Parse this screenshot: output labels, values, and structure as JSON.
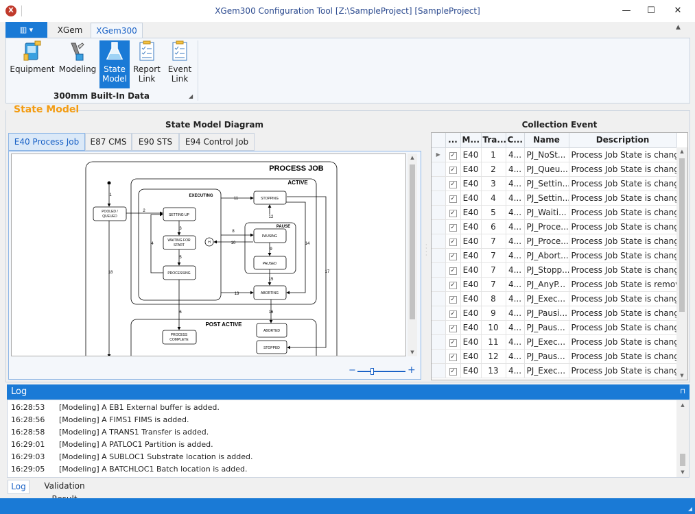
{
  "window": {
    "title": "XGem300 Configuration Tool [Z:\\SampleProject] [SampleProject]",
    "app_icon": "X",
    "minimize": "—",
    "maximize": "☐",
    "close": "✕"
  },
  "ribbon": {
    "file_button": "▥ ▾",
    "tabs": [
      "XGem",
      "XGem300"
    ],
    "active_tab": "XGem300",
    "buttons": [
      {
        "line1": "Equipment",
        "line2": "",
        "icon": "equipment-icon"
      },
      {
        "line1": "Modeling",
        "line2": "",
        "icon": "modeling-icon"
      },
      {
        "line1": "State",
        "line2": "Model",
        "icon": "state-model-icon"
      },
      {
        "line1": "Report",
        "line2": "Link",
        "icon": "report-link-icon"
      },
      {
        "line1": "Event",
        "line2": "Link",
        "icon": "event-link-icon"
      }
    ],
    "active_button": "State Model",
    "group_label": "300mm Built-In Data"
  },
  "section": {
    "title": "State Model"
  },
  "diagram_panel": {
    "title": "State Model Diagram",
    "tabs": [
      "E40 Process Job",
      "E87 CMS",
      "E90 STS",
      "E94 Control Job"
    ],
    "active_tab": "E40 Process Job",
    "diagram": {
      "title": "PROCESS JOB",
      "active": "ACTIVE",
      "executing": "EXECUTING",
      "pause": "PAUSE",
      "post_active": "POST ACTIVE",
      "states": {
        "pooled1": "POOLED /",
        "pooled2": "QUEUED",
        "setting_up": "SETTING UP",
        "waiting1": "WAITING FOR",
        "waiting2": "START",
        "processing": "PROCESSING",
        "stopping": "STOPPING",
        "pausing": "PAUSING",
        "paused": "PAUSED",
        "aborting": "ABORTING",
        "aborted": "ABORTED",
        "stopped": "STOPPED",
        "process_complete1": "PROCESS",
        "process_complete2": "COMPLETE",
        "history": "H"
      },
      "transitions": {
        "t1": "1",
        "t2": "2",
        "t3": "3",
        "t4": "4",
        "t5": "5",
        "t6": "6",
        "t8": "8",
        "t9": "9",
        "t10": "10",
        "t11": "11",
        "t12": "12",
        "t13": "13",
        "t14": "14",
        "t15": "15",
        "t16": "16",
        "t17": "17",
        "t18": "18"
      }
    }
  },
  "event_panel": {
    "title": "Collection Event",
    "columns": [
      "...",
      "M...",
      "Tra...",
      "C...",
      "Name",
      "Description"
    ],
    "rows": [
      {
        "m": "E40",
        "tra": "1",
        "c": "4...",
        "name": "PJ_NoSt...",
        "desc": "Process Job State is change..."
      },
      {
        "m": "E40",
        "tra": "2",
        "c": "4...",
        "name": "PJ_Queu...",
        "desc": "Process Job State is change..."
      },
      {
        "m": "E40",
        "tra": "3",
        "c": "4...",
        "name": "PJ_Settin...",
        "desc": "Process Job State is change..."
      },
      {
        "m": "E40",
        "tra": "4",
        "c": "4...",
        "name": "PJ_Settin...",
        "desc": "Process Job State is change..."
      },
      {
        "m": "E40",
        "tra": "5",
        "c": "4...",
        "name": "PJ_Waiti...",
        "desc": "Process Job State is change..."
      },
      {
        "m": "E40",
        "tra": "6",
        "c": "4...",
        "name": "PJ_Proce...",
        "desc": "Process Job State is change..."
      },
      {
        "m": "E40",
        "tra": "7",
        "c": "4...",
        "name": "PJ_Proce...",
        "desc": "Process Job State is change..."
      },
      {
        "m": "E40",
        "tra": "7",
        "c": "4...",
        "name": "PJ_Abort...",
        "desc": "Process Job State is change..."
      },
      {
        "m": "E40",
        "tra": "7",
        "c": "4...",
        "name": "PJ_Stopp...",
        "desc": "Process Job State is change..."
      },
      {
        "m": "E40",
        "tra": "7",
        "c": "4...",
        "name": "PJ_AnyP...",
        "desc": "Process Job State is removed."
      },
      {
        "m": "E40",
        "tra": "8",
        "c": "4...",
        "name": "PJ_Exec...",
        "desc": "Process Job State is change..."
      },
      {
        "m": "E40",
        "tra": "9",
        "c": "4...",
        "name": "PJ_Pausi...",
        "desc": "Process Job State is change..."
      },
      {
        "m": "E40",
        "tra": "10",
        "c": "4...",
        "name": "PJ_Paus...",
        "desc": "Process Job State is change..."
      },
      {
        "m": "E40",
        "tra": "11",
        "c": "4...",
        "name": "PJ_Exec...",
        "desc": "Process Job State is change..."
      },
      {
        "m": "E40",
        "tra": "12",
        "c": "4...",
        "name": "PJ_Paus...",
        "desc": "Process Job State is change..."
      },
      {
        "m": "E40",
        "tra": "13",
        "c": "4...",
        "name": "PJ_Exec...",
        "desc": "Process Job State is change..."
      }
    ],
    "row_indicator": "▶",
    "check": "✓"
  },
  "log": {
    "title": "Log",
    "pin": "⊓",
    "lines": [
      {
        "time": "16:28:53",
        "msg": "[Modeling] A EB1 External buffer is added."
      },
      {
        "time": "16:28:56",
        "msg": "[Modeling] A FIMS1 FIMS is added."
      },
      {
        "time": "16:28:58",
        "msg": "[Modeling] A TRANS1 Transfer is added."
      },
      {
        "time": "16:29:01",
        "msg": "[Modeling] A PATLOC1 Partition is added."
      },
      {
        "time": "16:29:03",
        "msg": "[Modeling] A SUBLOC1 Substrate location is added."
      },
      {
        "time": "16:29:05",
        "msg": "[Modeling] A BATCHLOC1 Batch location is added."
      }
    ]
  },
  "bottom_tabs": [
    "Log",
    "Validation Result"
  ],
  "zoom": {
    "minus": "−",
    "plus": "+"
  },
  "colors": {
    "accent": "#1a7ad6",
    "section_title": "#f39c12"
  }
}
